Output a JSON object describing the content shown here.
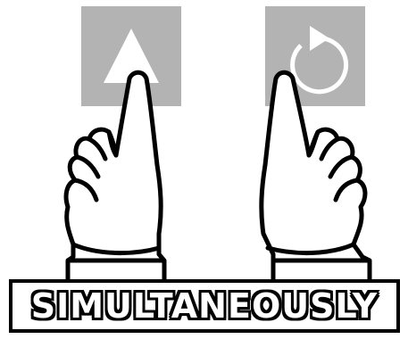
{
  "caption": "SIMULTANEOUSLY",
  "keys": [
    {
      "name": "up-arrow-key",
      "icon": "up-triangle-icon"
    },
    {
      "name": "rotate-key",
      "icon": "rotate-clockwise-icon"
    }
  ],
  "colors": {
    "key_background": "#b3b3b3",
    "icon_fill": "#ffffff",
    "outline": "#000000",
    "background": "#ffffff"
  }
}
